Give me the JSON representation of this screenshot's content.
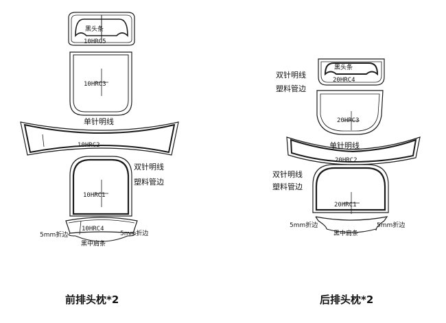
{
  "colors": {
    "line": "#1a1a1a",
    "background": "#ffffff"
  },
  "front": {
    "caption": "前排头枕*2",
    "pieces": {
      "top_strip": {
        "code": "10HRC5",
        "label": "黑头条"
      },
      "upper_panel": {
        "code": "10HRC3"
      },
      "band": {
        "code": "10HRC2",
        "label": "单针明线"
      },
      "main_panel": {
        "code": "10HRC1",
        "label_line1": "双针明线",
        "label_line2": "塑料管边"
      },
      "bottom_strip": {
        "code": "10HRC4",
        "label": "黑中肩条",
        "fold_left": "5mm折边",
        "fold_right": "5mm折边"
      }
    }
  },
  "rear": {
    "caption": "后排头枕*2",
    "pieces": {
      "top_strip": {
        "code": "20HRC4",
        "label": "黑头条"
      },
      "upper_panel": {
        "code": "20HRC3",
        "label_line1": "双针明线",
        "label_line2": "塑料管边"
      },
      "band": {
        "code": "20HRC2",
        "label": "单针明线"
      },
      "main_panel": {
        "code": "20HRC1",
        "label_line1": "双针明线",
        "label_line2": "塑料管边"
      },
      "bottom_strip": {
        "label": "黑中肩条",
        "fold_left": "5mm折边",
        "fold_right": "5mm折边"
      }
    }
  }
}
